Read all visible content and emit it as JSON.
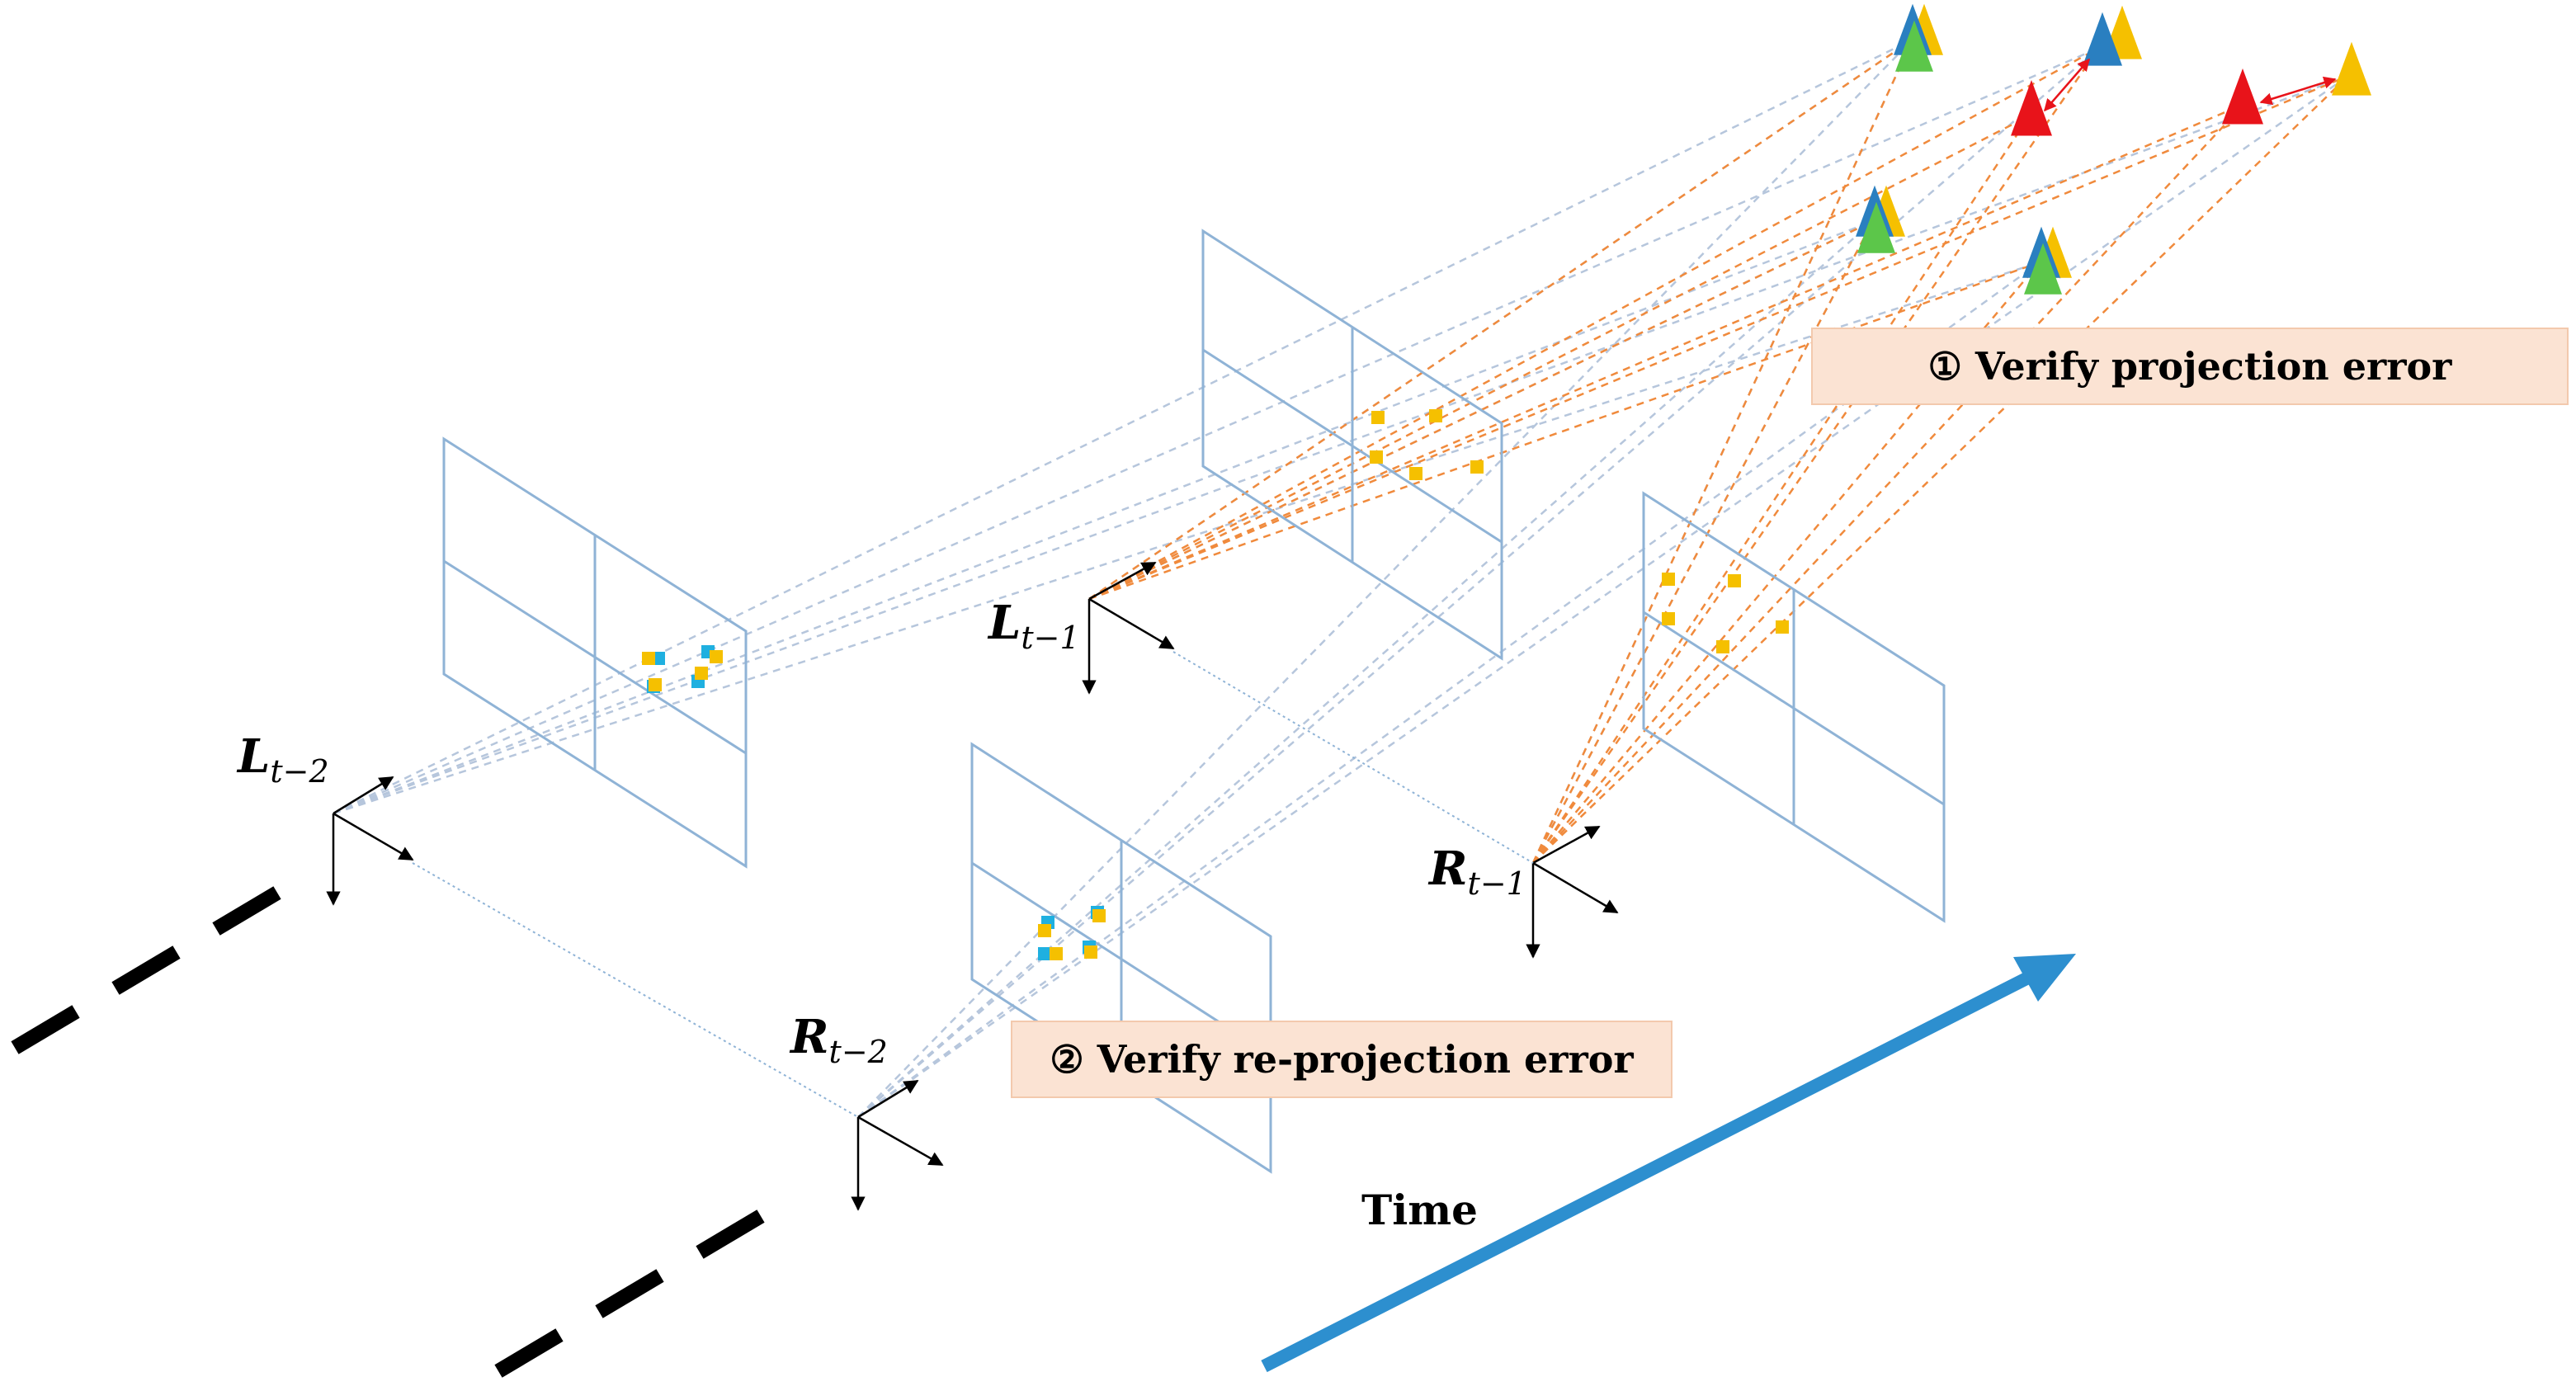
{
  "cameras": {
    "L_t2": {
      "main": "L",
      "sub": "t−2"
    },
    "R_t2": {
      "main": "R",
      "sub": "t−2"
    },
    "L_t1": {
      "main": "L",
      "sub": "t−1"
    },
    "R_t1": {
      "main": "R",
      "sub": "t−1"
    }
  },
  "callouts": {
    "projection": "① Verify projection error",
    "reprojection": "② Verify re-projection error"
  },
  "time_label": "Time",
  "colors": {
    "frame": "#8fb3d6",
    "ray_blue": "#b6c6dc",
    "ray_orange": "#f08a3c",
    "feature_yellow": "#f5c000",
    "feature_blue": "#1fb0e0",
    "landmark_green": "#5cc64a",
    "landmark_blue": "#2a7fc0",
    "landmark_yellow": "#f5c000",
    "landmark_red": "#e8131a",
    "callout_bg": "#fbe3d3",
    "callout_border": "#f3c9ad",
    "time_arrow": "#2d8fcf",
    "trajectory": "#000000"
  }
}
